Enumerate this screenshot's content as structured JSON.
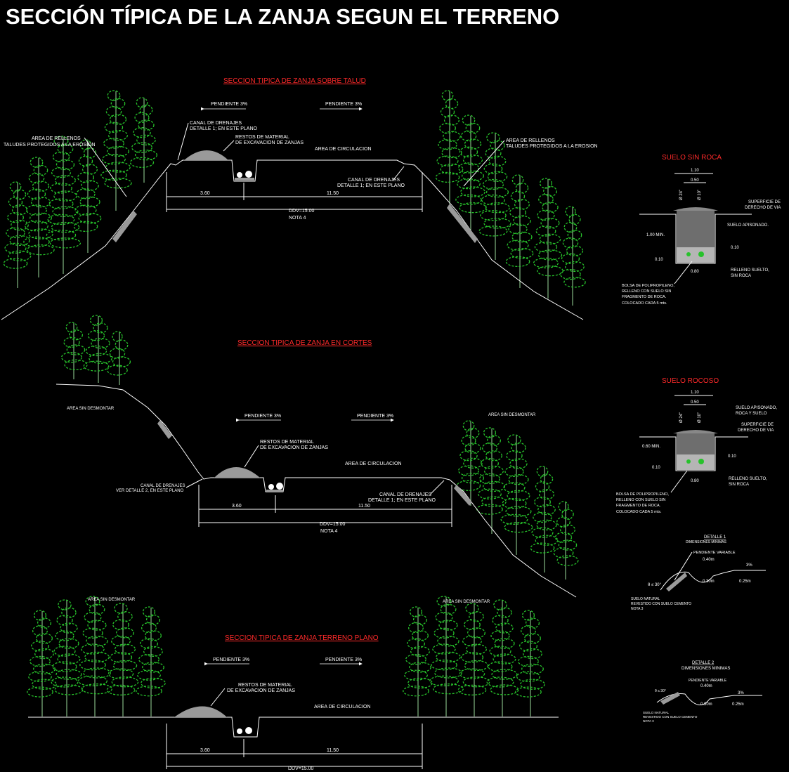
{
  "title": "SECCIÓN TÍPICA DE LA ZANJA SEGUN EL TERRENO",
  "colors": {
    "background": "#000000",
    "title_red": "#ff2a2a",
    "vegetation": "#27c22b",
    "line": "#ffffff",
    "fill_gray": "#9a9a9a"
  },
  "section_talud": {
    "title": "SECCION TIPICA DE ZANJA SOBRE TALUD",
    "slope_left": "PENDIENTE 3%",
    "slope_right": "PENDIENTE 3%",
    "fill_left_1": "AREA DE RELLENOS",
    "fill_left_2": "TALUDES PROTEGIDOS A LA EROSION",
    "canal_1": "CANAL DE DRENAJES",
    "canal_2": "DETALLE 1; EN ESTE PLANO",
    "rest_1": "RESTOS DE MATERIAL",
    "rest_2": "DE EXCAVACION DE ZANJAS",
    "circ": "AREA DE CIRCULACION",
    "fill_right_1": "AREA DE RELLENOS",
    "fill_right_2": "TALUDES PROTEGIDOS A LA EROSION",
    "canal_r1": "CANAL DE DRENAJES",
    "canal_r2": "DETALLE 1; EN ESTE PLANO",
    "dim_a": "3.60",
    "dim_b": "11.50",
    "ddv": "DDV=15.00",
    "nota": "NOTA 4"
  },
  "section_cortes": {
    "title": "SECCION TIPICA DE ZANJA EN CORTES",
    "area_left": "AREA SIN DESMONTAR",
    "area_right": "AREA SIN DESMONTAR",
    "slope_left": "PENDIENTE 3%",
    "slope_right": "PENDIENTE 3%",
    "rest_1": "RESTOS DE MATERIAL",
    "rest_2": "DE EXCAVACION DE ZANJAS",
    "circ": "AREA DE CIRCULACION",
    "canal_l1": "CANAL DE DRENAJES",
    "canal_l2": "VER DETALLE 2, EN ESTE PLANO",
    "canal_r1": "CANAL DE DRENAJES",
    "canal_r2": "DETALLE 1; EN ESTE PLANO",
    "dim_a": "3.60",
    "dim_b": "11.50",
    "ddv": "DDV=15.00",
    "nota": "NOTA 4"
  },
  "section_plano": {
    "title": "SECCION TIPICA DE ZANJA TERRENO PLANO",
    "area_left": "AREA SIN DESMONTAR",
    "area_right": "AREA SIN DESMONTAR",
    "slope_left": "PENDIENTE 3%",
    "slope_right": "PENDIENTE 3%",
    "rest_1": "RESTOS DE MATERIAL",
    "rest_2": "DE EXCAVACION DE ZANJAS",
    "circ": "AREA DE CIRCULACION",
    "dim_a": "3.60",
    "dim_b": "11.50",
    "ddv": "DDV=15.00"
  },
  "suelo_sin_roca": {
    "title": "SUELO SIN ROCA",
    "w_top": "1.10",
    "w_mid": "0.50",
    "pipe_a": "Ø 24\"",
    "pipe_b": "Ø 10\"",
    "sup_1": "SUPERFICIE DE",
    "sup_2": "DERECHO DE VIA",
    "apis": "SUELO APISONADO.",
    "depth": "1.00 MIN.",
    "d_010": "0.10",
    "d_010b": "0.10",
    "bottom": "0.80",
    "rell_1": "RELLENO SUELTO,",
    "rell_2": "SIN ROCA",
    "bolsa_1": "BOLSA DE POLIPROPILENO,",
    "bolsa_2": "RELLENO CON SUELO SIN",
    "bolsa_3": "FRAGMENTO DE ROCA.",
    "bolsa_4": "COLOCADO CADA 5 mts."
  },
  "suelo_rocoso": {
    "title": "SUELO ROCOSO",
    "w_top": "1.10",
    "w_mid": "0.50",
    "pipe_a": "Ø 24\"",
    "pipe_b": "Ø 10\"",
    "apis_1": "SUELO APISONADO,",
    "apis_2": "ROCA Y SUELO",
    "sup_1": "SUPERFICIE DE",
    "sup_2": "DERECHO DE VIA",
    "depth": "0.60 MIN.",
    "d_010": "0.10",
    "d_010b": "0.10",
    "bottom": "0.80",
    "rell_1": "RELLENO SUELTO,",
    "rell_2": "SIN ROCA",
    "bolsa_1": "BOLSA DE POLIPROPILENO,",
    "bolsa_2": "RELLENO CON SUELO SIN",
    "bolsa_3": "FRAGMENTO DE ROCA.",
    "bolsa_4": "COLOCADO CADA 5 mts."
  },
  "detalle_1": {
    "title": "DETALLE 1",
    "subtitle": "DIMENSIONES MINIMAS",
    "pend": "PENDIENTE VARIABLE",
    "w1": "0.40m",
    "w2": "0.30m",
    "w3": "0.25m",
    "pct": "3%",
    "ang": "θ ≤ 30°",
    "suelo_1": "SUELO NATURAL",
    "suelo_2": "REVESTIDO CON SUELO CEMENTO",
    "suelo_3": "NOTA 3"
  },
  "detalle_2": {
    "title": "DETALLE 2",
    "subtitle": "DIMENSIONES MINIMAS",
    "pend": "PENDIENTE VARIABLE",
    "w1": "0.40m",
    "w2": "0.30m",
    "w3": "0.25m",
    "pct": "3%",
    "ang": "θ ≤ 30°",
    "suelo_1": "SUELO NATURAL",
    "suelo_2": "REVESTIDO CON SUELO CEMENTO",
    "suelo_3": "NOTA 3"
  }
}
